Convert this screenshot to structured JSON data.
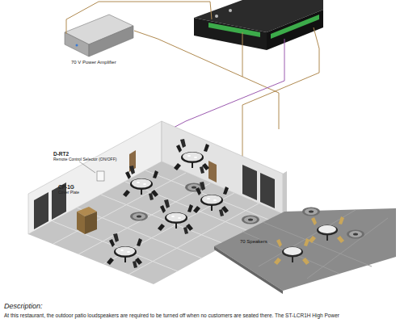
{
  "diagram": {
    "labels": [
      "70 V Power Amplifier",
      "D-RT2",
      "Remote Control Selector (ON/OFF)",
      "CP-1G",
      "Cover Plate",
      "70 Speakers",
      "Description:",
      "At this restaurant, the outdoor patio loudspeakers are required to be turned off when no customers are seated there. The ST-LCR1H High Power"
    ]
  }
}
